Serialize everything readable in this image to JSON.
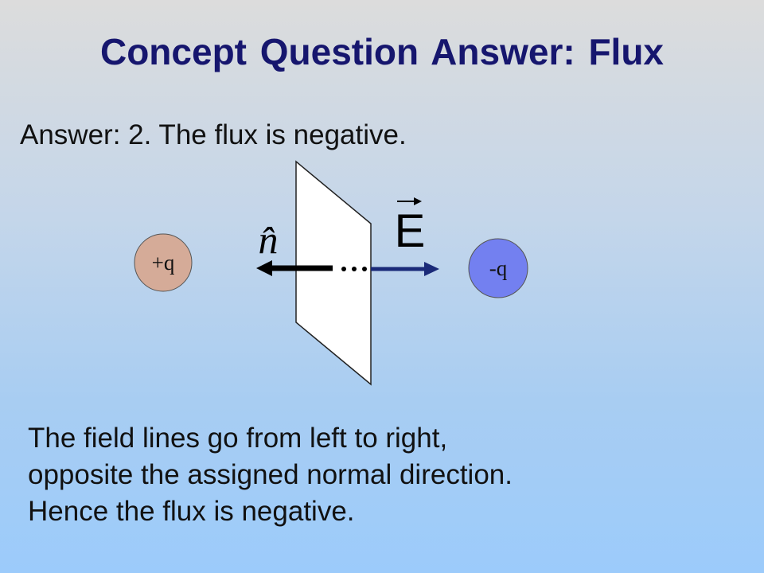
{
  "slide": {
    "title": "Concept Question Answer: Flux",
    "answer": "Answer: 2. The flux is negative."
  },
  "figure": {
    "positive_charge_label": "+q",
    "negative_charge_label": "-q",
    "normal_label": "n̂",
    "field_label": "E",
    "colors": {
      "positive_charge_fill": "#d5ab98",
      "negative_charge_fill": "#7380f0",
      "field_arrow": "#1a2a78",
      "normal_arrow": "#000000",
      "plane_fill": "#ffffff"
    }
  },
  "explanation": {
    "lines": [
      "The field lines go from left to right,",
      "opposite the assigned normal direction.",
      "Hence the flux is negative."
    ]
  }
}
